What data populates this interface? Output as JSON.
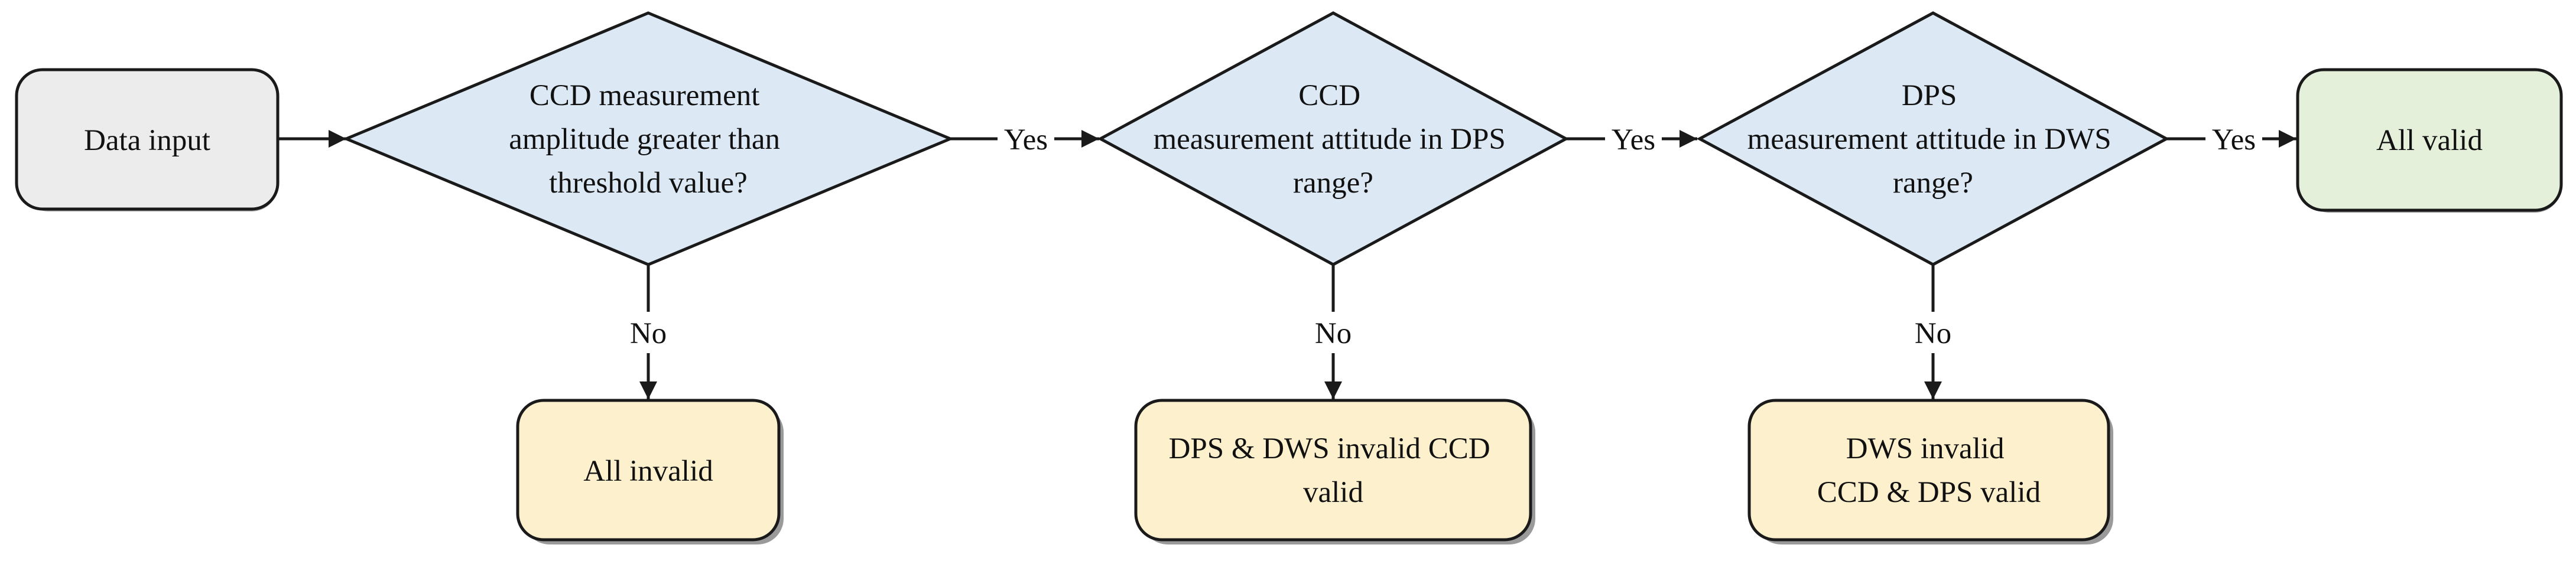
{
  "colors": {
    "start_fill": "#ececec",
    "decision_fill": "#dce9f5",
    "outcome_fill": "#fdf0cc",
    "success_fill": "#e4f0da",
    "stroke": "#1a1a1a",
    "shadow": "#9a9a9a"
  },
  "nodes": {
    "data_input": {
      "lines": [
        "Data input"
      ]
    },
    "decision_1": {
      "lines": [
        "CCD measurement",
        "amplitude greater than",
        "threshold value?"
      ]
    },
    "decision_2": {
      "lines": [
        "CCD",
        "measurement attitude in DPS",
        "range?"
      ]
    },
    "decision_3": {
      "lines": [
        "DPS",
        "measurement attitude in DWS",
        "range?"
      ]
    },
    "all_valid": {
      "lines": [
        "All valid"
      ]
    },
    "all_invalid": {
      "lines": [
        "All invalid"
      ]
    },
    "dps_dws_invalid": {
      "lines": [
        "DPS & DWS invalid CCD",
        "valid"
      ]
    },
    "dws_invalid": {
      "lines": [
        "DWS invalid",
        "CCD & DPS valid"
      ]
    }
  },
  "edges": {
    "yes_1": "Yes",
    "yes_2": "Yes",
    "yes_3": "Yes",
    "no_1": "No",
    "no_2": "No",
    "no_3": "No"
  }
}
